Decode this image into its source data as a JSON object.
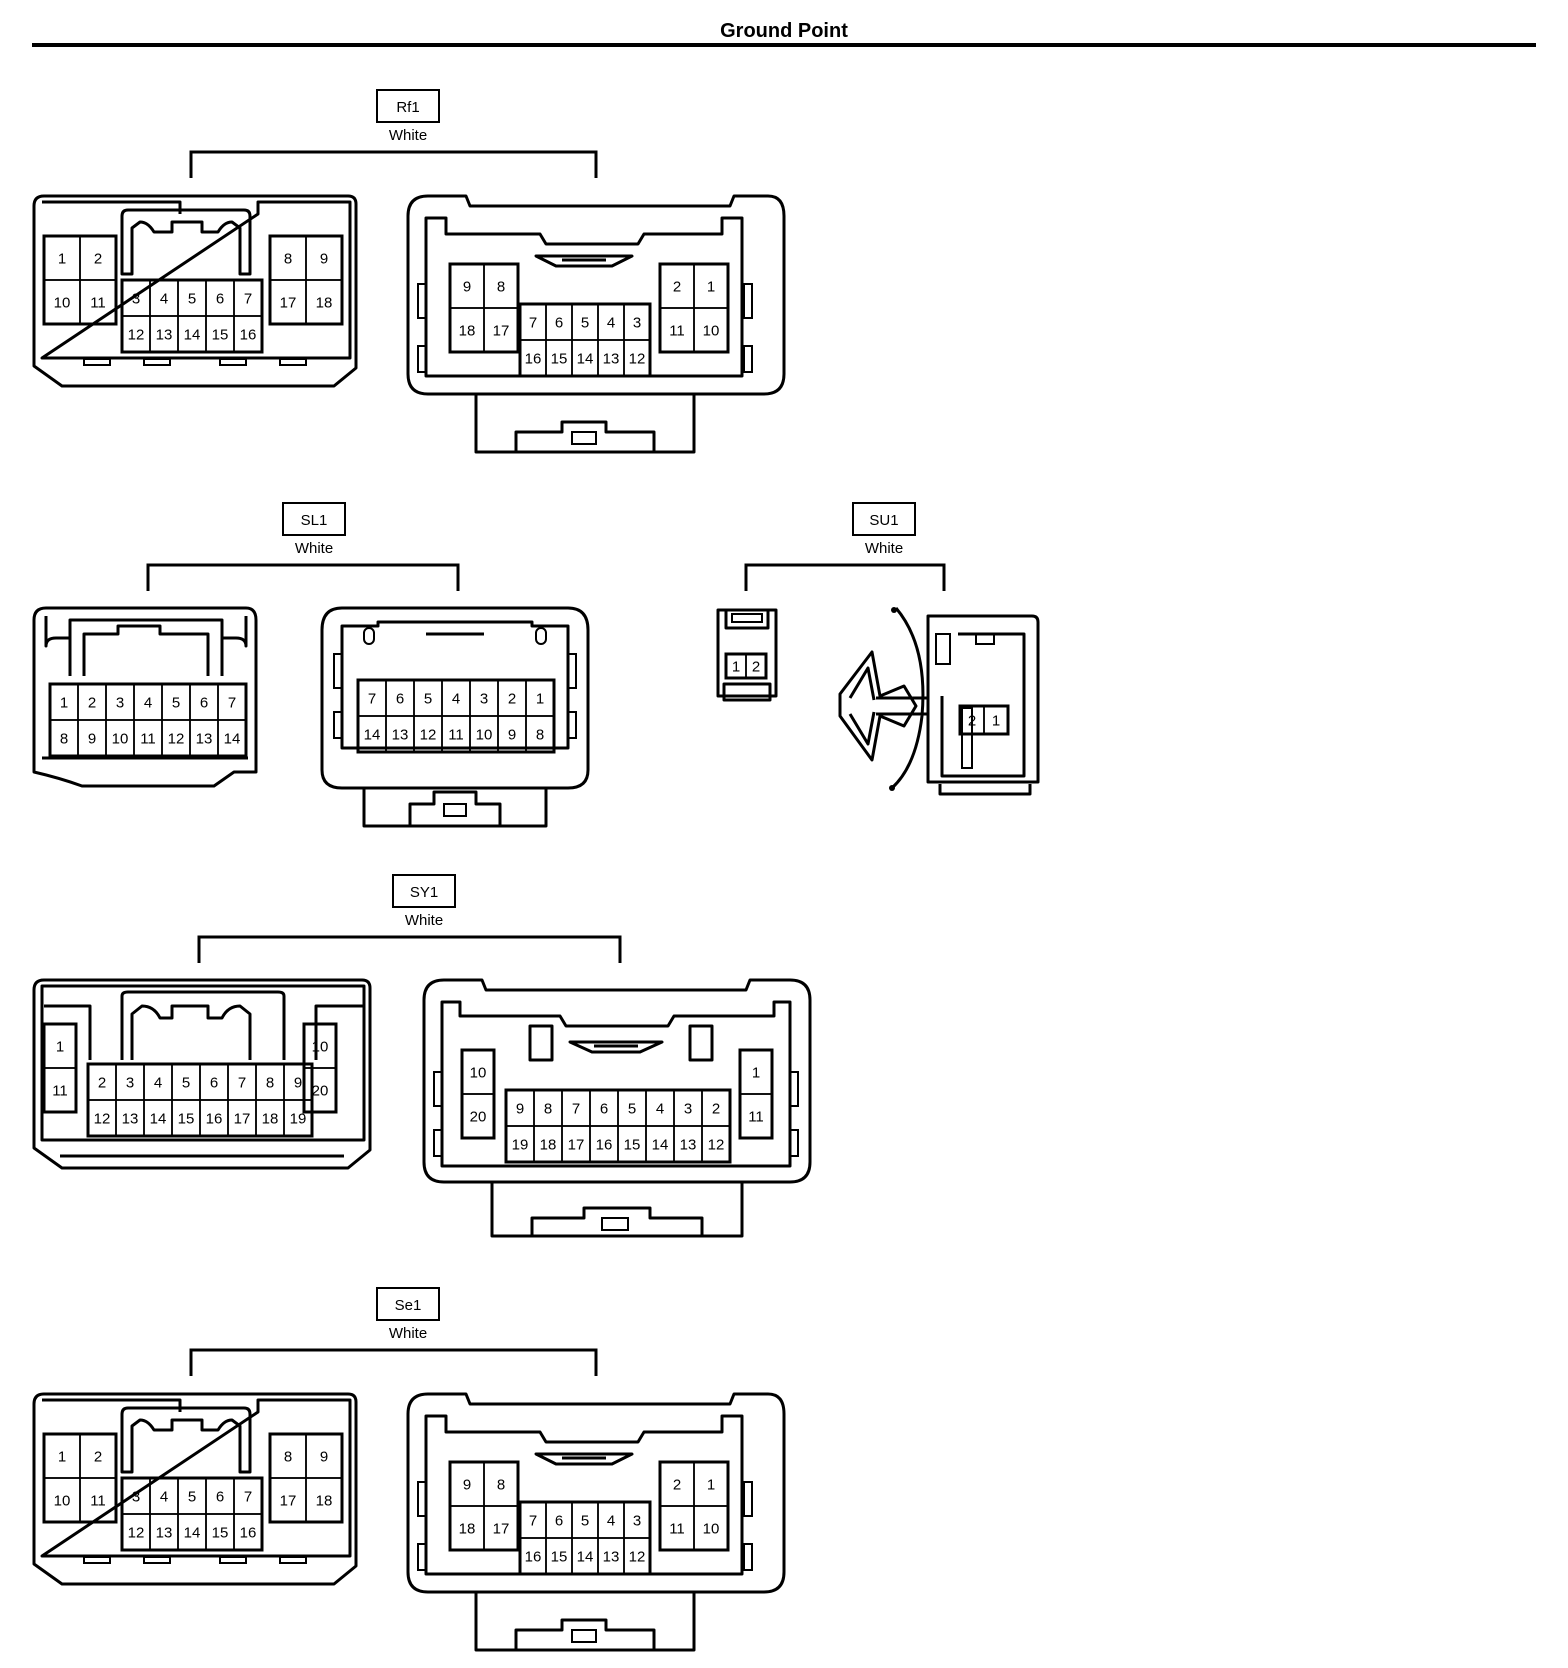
{
  "title": "Ground Point",
  "connectors": [
    {
      "id": "Rf1",
      "color": "White",
      "left_pins": {
        "side_a": [
          [
            "1",
            "2"
          ],
          [
            "10",
            "11"
          ]
        ],
        "center": [
          [
            "3",
            "4",
            "5",
            "6",
            "7"
          ],
          [
            "12",
            "13",
            "14",
            "15",
            "16"
          ]
        ],
        "side_b": [
          [
            "8",
            "9"
          ],
          [
            "17",
            "18"
          ]
        ]
      },
      "right_pins": {
        "side_a": [
          [
            "9",
            "8"
          ],
          [
            "18",
            "17"
          ]
        ],
        "center": [
          [
            "7",
            "6",
            "5",
            "4",
            "3"
          ],
          [
            "16",
            "15",
            "14",
            "13",
            "12"
          ]
        ],
        "side_b": [
          [
            "2",
            "1"
          ],
          [
            "11",
            "10"
          ]
        ]
      }
    },
    {
      "id": "SL1",
      "color": "White",
      "left_pins": [
        [
          "1",
          "2",
          "3",
          "4",
          "5",
          "6",
          "7"
        ],
        [
          "8",
          "9",
          "10",
          "11",
          "12",
          "13",
          "14"
        ]
      ],
      "right_pins": [
        [
          "7",
          "6",
          "5",
          "4",
          "3",
          "2",
          "1"
        ],
        [
          "14",
          "13",
          "12",
          "11",
          "10",
          "9",
          "8"
        ]
      ]
    },
    {
      "id": "SU1",
      "color": "White",
      "left_pins": [
        "1",
        "2"
      ],
      "right_pins": [
        "2",
        "1"
      ]
    },
    {
      "id": "SY1",
      "color": "White",
      "left_pins": {
        "side_a": [
          [
            "1"
          ],
          [
            "11"
          ]
        ],
        "center": [
          [
            "2",
            "3",
            "4",
            "5",
            "6",
            "7",
            "8",
            "9"
          ],
          [
            "12",
            "13",
            "14",
            "15",
            "16",
            "17",
            "18",
            "19"
          ]
        ],
        "side_b": [
          [
            "10"
          ],
          [
            "20"
          ]
        ]
      },
      "right_pins": {
        "side_a": [
          [
            "10"
          ],
          [
            "20"
          ]
        ],
        "center": [
          [
            "9",
            "8",
            "7",
            "6",
            "5",
            "4",
            "3",
            "2"
          ],
          [
            "19",
            "18",
            "17",
            "16",
            "15",
            "14",
            "13",
            "12"
          ]
        ],
        "side_b": [
          [
            "1"
          ],
          [
            "11"
          ]
        ]
      }
    },
    {
      "id": "Se1",
      "color": "White",
      "left_pins": {
        "side_a": [
          [
            "1",
            "2"
          ],
          [
            "10",
            "11"
          ]
        ],
        "center": [
          [
            "3",
            "4",
            "5",
            "6",
            "7"
          ],
          [
            "12",
            "13",
            "14",
            "15",
            "16"
          ]
        ],
        "side_b": [
          [
            "8",
            "9"
          ],
          [
            "17",
            "18"
          ]
        ]
      },
      "right_pins": {
        "side_a": [
          [
            "9",
            "8"
          ],
          [
            "18",
            "17"
          ]
        ],
        "center": [
          [
            "7",
            "6",
            "5",
            "4",
            "3"
          ],
          [
            "16",
            "15",
            "14",
            "13",
            "12"
          ]
        ],
        "side_b": [
          [
            "2",
            "1"
          ],
          [
            "11",
            "10"
          ]
        ]
      }
    }
  ]
}
